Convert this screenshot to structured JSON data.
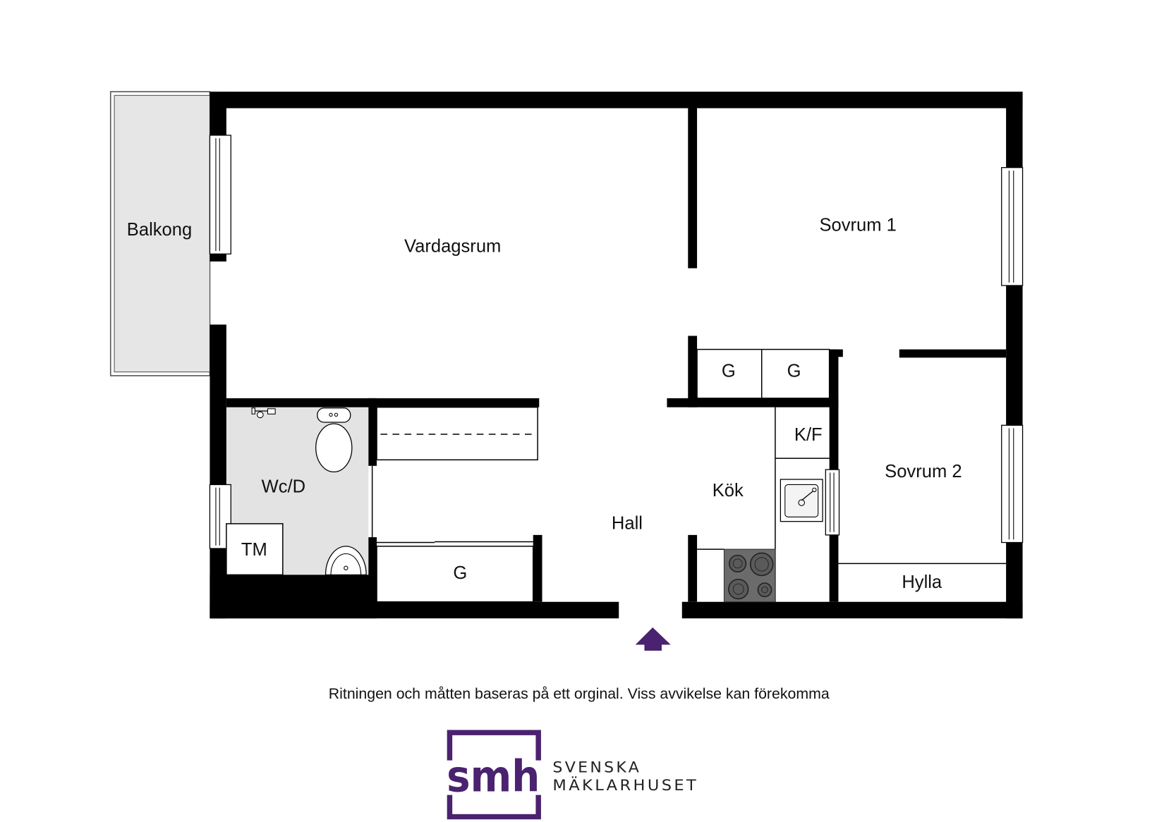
{
  "floor_plan": {
    "rooms": {
      "balkong": "Balkong",
      "vardagsrum": "Vardagsrum",
      "sovrum_1": "Sovrum 1",
      "sovrum_2": "Sovrum 2",
      "hylla": "Hylla",
      "wc": "Wc/D",
      "tm": "TM",
      "closet_hall": "G",
      "closet_left": "G",
      "closet_right": "G",
      "kf": "K/F",
      "kok": "Kök",
      "hall": "Hall"
    },
    "entrance_icon": "entrance-arrow-icon"
  },
  "disclaimer": "Ritningen och måtten baseras på ett orginal. Viss avvikelse kan förekomma",
  "logo": {
    "mark": "smh",
    "line1": "SVENSKA",
    "line2": "MÄKLARHUSET"
  },
  "colors": {
    "brand": "#4a2270",
    "wall": "#000000",
    "wet_room_floor": "#e3e3e3",
    "balcony_floor": "#e6e6e6",
    "stove": "#6b6b6b"
  }
}
